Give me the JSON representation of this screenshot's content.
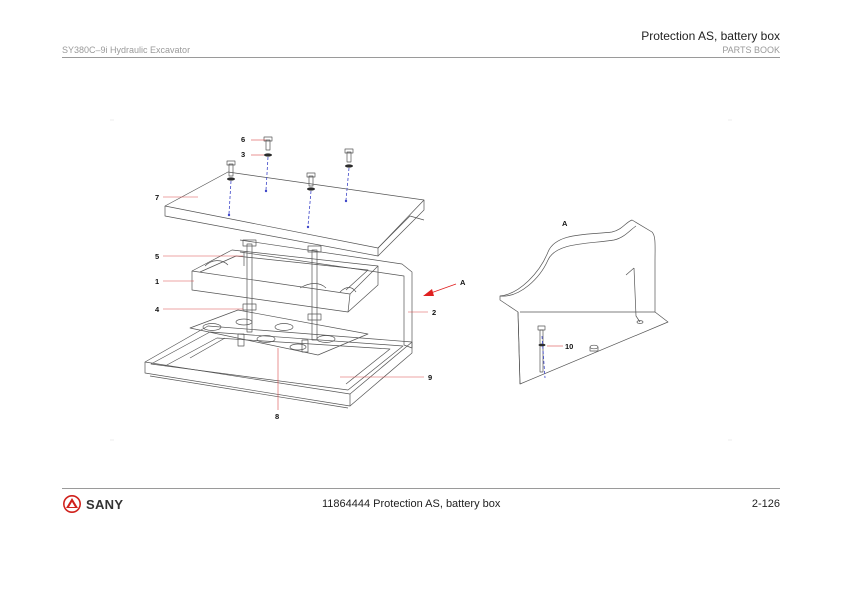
{
  "header": {
    "title": "Protection AS, battery box",
    "model": "SY380C–9i Hydraulic Excavator",
    "book": "PARTS BOOK"
  },
  "diagram": {
    "view_label": "A",
    "detail_label": "A",
    "callouts": [
      "1",
      "2",
      "3",
      "4",
      "5",
      "6",
      "7",
      "8",
      "9",
      "10"
    ]
  },
  "footer": {
    "brand": "SANY",
    "document": "11864444 Protection AS, battery box",
    "page": "2-126"
  },
  "colors": {
    "leader": "#d94b4b",
    "arrow": "#e02020",
    "dash": "#3d46c8",
    "line": "#555555",
    "logo": "#d0211c"
  }
}
